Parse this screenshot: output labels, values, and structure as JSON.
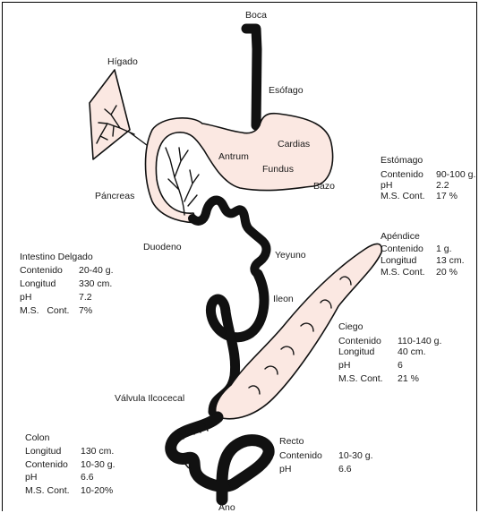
{
  "labels": {
    "boca": "Boca",
    "higado": "Hígado",
    "esofago": "Esófago",
    "antrum": "Antrum",
    "cardias": "Cardias",
    "fundus": "Fundus",
    "bazo": "Bazo",
    "pancreas": "Páncreas",
    "duodeno": "Duodeno",
    "yeyuno": "Yeyuno",
    "ileon": "Ileon",
    "valvula": "Válvula Ilcocecal",
    "ano": "Ano"
  },
  "estomago": {
    "title": "Estómago",
    "rows": [
      {
        "key": "Contenido",
        "value": "90-100 g."
      },
      {
        "key": "pH",
        "value": "2.2"
      },
      {
        "key": "M.S. Cont.",
        "value": "17 %"
      }
    ]
  },
  "apendice": {
    "title": "Apéndice",
    "rows": [
      {
        "key": "Contenido",
        "value": "1 g."
      },
      {
        "key": "Longitud",
        "value": "13 cm."
      },
      {
        "key": "M.S. Cont.",
        "value": "20 %"
      }
    ]
  },
  "intestino": {
    "title": "Intestino Delgado",
    "rows": [
      {
        "key": "Contenido",
        "value": "20-40 g."
      },
      {
        "key": "Longitud",
        "value": "330 cm."
      },
      {
        "key": "pH",
        "value": "7.2"
      },
      {
        "key": "M.S.   Cont.",
        "value": "7%"
      }
    ]
  },
  "ciego": {
    "title": "Ciego",
    "rows": [
      {
        "key": "Contenido",
        "value": "110-140 g."
      },
      {
        "key": "Longitud",
        "value": "40 cm."
      },
      {
        "key": "pH",
        "value": "6"
      },
      {
        "key": "M.S. Cont.",
        "value": "21 %"
      }
    ]
  },
  "colon": {
    "title": "Colon",
    "rows": [
      {
        "key": "Longitud",
        "value": "130 cm."
      },
      {
        "key": "Contenido",
        "value": "10-30 g."
      },
      {
        "key": "pH",
        "value": "6.6"
      },
      {
        "key": "M.S. Cont.",
        "value": "10-20%"
      }
    ]
  },
  "recto": {
    "title": "Recto",
    "rows": [
      {
        "key": "Contenido",
        "value": "10-30 g."
      },
      {
        "key": "pH",
        "value": "6.6"
      }
    ]
  }
}
